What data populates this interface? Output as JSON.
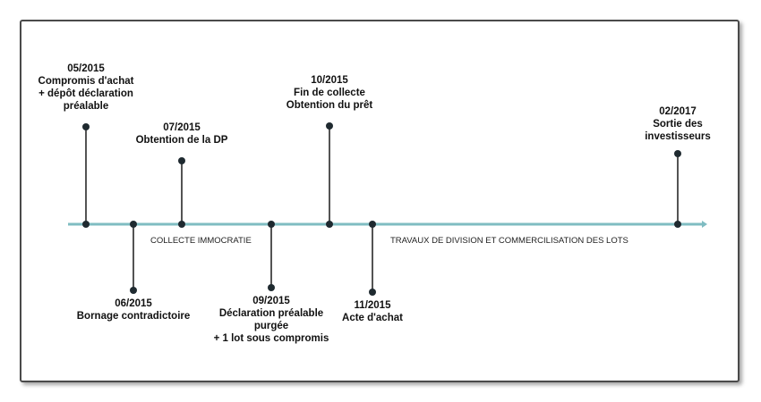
{
  "colors": {
    "axis": "#7fbcc2",
    "stem": "#1a1a1a",
    "dot": "#1f2a30",
    "frame": "#4a4a4a"
  },
  "phases": [
    {
      "label": "COLLECTE IMMOCRATIE"
    },
    {
      "label": "TRAVAUX DE DIVISION ET COMMERCILISATION DES LOTS"
    }
  ],
  "events": [
    {
      "id": "e0515",
      "date": "05/2015",
      "lines": [
        "Compromis d'achat",
        "+ dépôt déclaration",
        "préalable"
      ],
      "side": "above"
    },
    {
      "id": "e0615",
      "date": "06/2015",
      "lines": [
        "Bornage contradictoire"
      ],
      "side": "below"
    },
    {
      "id": "e0715",
      "date": "07/2015",
      "lines": [
        "Obtention de la DP"
      ],
      "side": "above"
    },
    {
      "id": "e0915",
      "date": "09/2015",
      "lines": [
        "Déclaration préalable",
        "purgée",
        "+ 1 lot sous compromis"
      ],
      "side": "below"
    },
    {
      "id": "e1015",
      "date": "10/2015",
      "lines": [
        "Fin de collecte",
        "Obtention du prêt"
      ],
      "side": "above"
    },
    {
      "id": "e1115",
      "date": "11/2015",
      "lines": [
        "Acte d'achat"
      ],
      "side": "below"
    },
    {
      "id": "e0217",
      "date": "02/2017",
      "lines": [
        "Sortie des",
        "investisseurs"
      ],
      "side": "above"
    }
  ]
}
